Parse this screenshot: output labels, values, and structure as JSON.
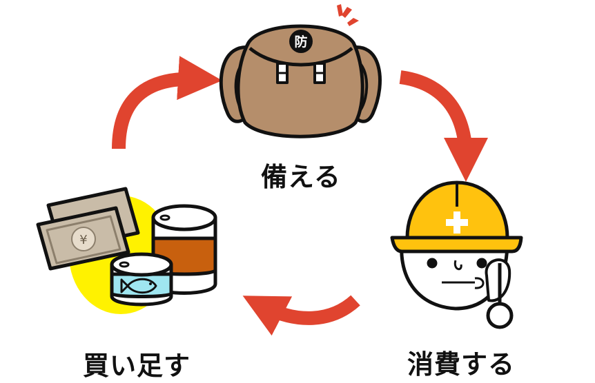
{
  "cycle": {
    "steps": [
      {
        "label": "備える",
        "icon": "emergency-backpack-icon",
        "badge": "防"
      },
      {
        "label": "消費する",
        "icon": "helmet-person-eating-icon"
      },
      {
        "label": "買い足す",
        "icon": "money-and-canned-food-icon",
        "currency": "¥"
      }
    ]
  },
  "colors": {
    "arrow": "#E0442F",
    "backpack": "#B58E6B",
    "helmet": "#FFC20E",
    "highlight": "#FFF200",
    "can_label": "#C8600E",
    "tuna_label": "#9FE6F0",
    "banknote": "#C9BCA8",
    "outline": "#111111"
  }
}
